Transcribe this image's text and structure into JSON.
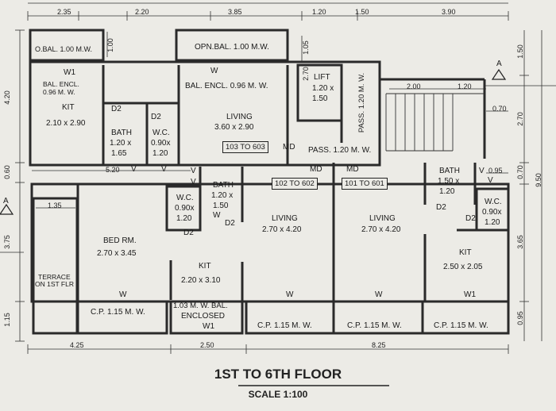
{
  "top_dims": [
    "2.35",
    "2.20",
    "3.85",
    "1.20",
    "1.50",
    "3.90"
  ],
  "bottom_dims": [
    "4.25",
    "2.50",
    "8.25"
  ],
  "left_dims": [
    "4.20",
    "0.60",
    "3.75",
    "1.15"
  ],
  "right_dims": [
    "1.50",
    "2.70",
    "0.70",
    "3.65",
    "0.95",
    "9.50"
  ],
  "inner_dims": {
    "bal_small": "1.00",
    "bal_top": "1.05",
    "lift_top": "2.70",
    "w1_width": "5.20",
    "stair_1": "2.00",
    "stair_2": "1.20",
    "stair_side": "0.70",
    "wc_side": "0.95",
    "terrace_w": "1.35"
  },
  "rooms": {
    "o_bal": "O.BAL. 1.00 M.W.",
    "opn_bal": "OPN.BAL. 1.00 M.W.",
    "bal_encl_small_1": "BAL. ENCL.",
    "bal_encl_small_2": "0.96 M. W.",
    "bal_encl_main": "BAL. ENCL. 0.96 M. W.",
    "kit_left": "KIT",
    "kit_left_size": "2.10 x 2.90",
    "bath_left": "BATH",
    "bath_left_size_1": "1.20 x",
    "bath_left_size_2": "1.65",
    "wc_left": "W.C.",
    "wc_left_size_1": "0.90x",
    "wc_left_size_2": "1.20",
    "living_top": "LIVING",
    "living_top_size": "3.60 x 2.90",
    "lift": "LIFT",
    "lift_size_1": "1.20 x",
    "lift_size_2": "1.50",
    "pass_vertical": "PASS. 1.20 M. W.",
    "pass_horizontal": "PASS. 1.20 M. W.",
    "bath_mid": "BATH",
    "bath_mid_size_1": "1.20 x",
    "bath_mid_size_2": "1.50",
    "wc_mid": "W.C.",
    "wc_mid_size_1": "0.90x",
    "wc_mid_size_2": "1.20",
    "bed": "BED RM.",
    "bed_size": "2.70 x 3.45",
    "living_mid": "LIVING",
    "living_mid_size": "2.70 x 4.20",
    "kit_mid": "KIT",
    "kit_mid_size": "2.20 x 3.10",
    "living_right": "LIVING",
    "living_right_size": "2.70 x 4.20",
    "bath_right": "BATH",
    "bath_right_size_1": "1.50 x",
    "bath_right_size_2": "1.20",
    "wc_right": "W.C.",
    "wc_right_size_1": "0.90x",
    "wc_right_size_2": "1.20",
    "kit_right": "KIT",
    "kit_right_size": "2.50 x 2.05",
    "terrace_1": "TERRACE",
    "terrace_2": "ON 1ST FLR",
    "cp_1": "C.P. 1.15 M. W.",
    "cp_2": "C.P. 1.15 M. W.",
    "cp_3": "C.P. 1.15 M. W.",
    "cp_4": "C.P. 1.15 M. W.",
    "bal_enclosed_1": "1.03 M. W. BAL.",
    "bal_enclosed_2": "ENCLOSED"
  },
  "flat_tags": [
    "103 TO 603",
    "102 TO 602",
    "101 TO 601"
  ],
  "doors": {
    "md": "MD",
    "d2": "D2",
    "w": "W",
    "w1": "W1",
    "v": "V"
  },
  "section_mark": "A",
  "title": "1ST TO 6TH FLOOR",
  "scale": "SCALE 1:100"
}
